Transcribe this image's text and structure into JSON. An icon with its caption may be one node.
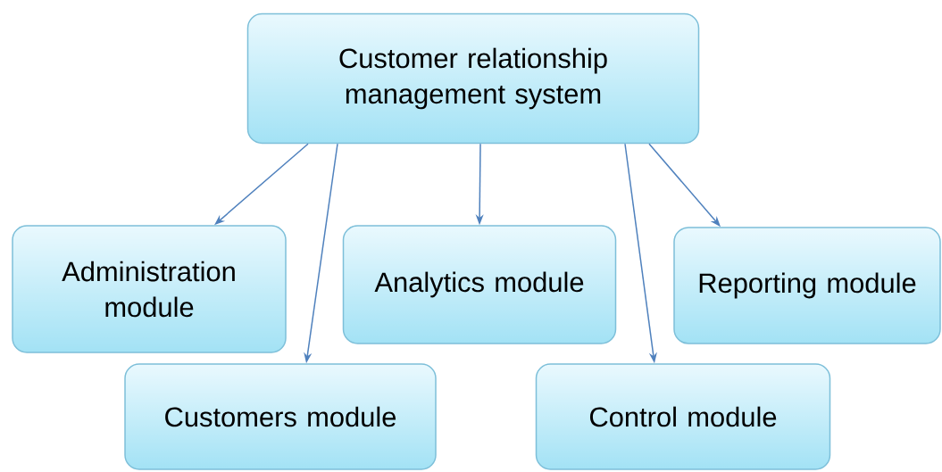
{
  "diagram": {
    "nodes": [
      {
        "text": [
          "Customer relationship management system"
        ]
      },
      {
        "text": [
          "Administration module"
        ]
      },
      {
        "text": [
          "Customers module"
        ]
      },
      {
        "text": [
          "Analytics module"
        ]
      },
      {
        "text": [
          "Control module"
        ]
      },
      {
        "text": [
          "Reporting module"
        ]
      }
    ],
    "edges": [
      {
        "from": 0,
        "to": 1,
        "arrow": "to"
      },
      {
        "from": 0,
        "to": 2,
        "arrow": "to"
      },
      {
        "from": 0,
        "to": 3,
        "arrow": "to"
      },
      {
        "from": 0,
        "to": 4,
        "arrow": "to"
      },
      {
        "from": 0,
        "to": 5,
        "arrow": "to"
      }
    ]
  }
}
